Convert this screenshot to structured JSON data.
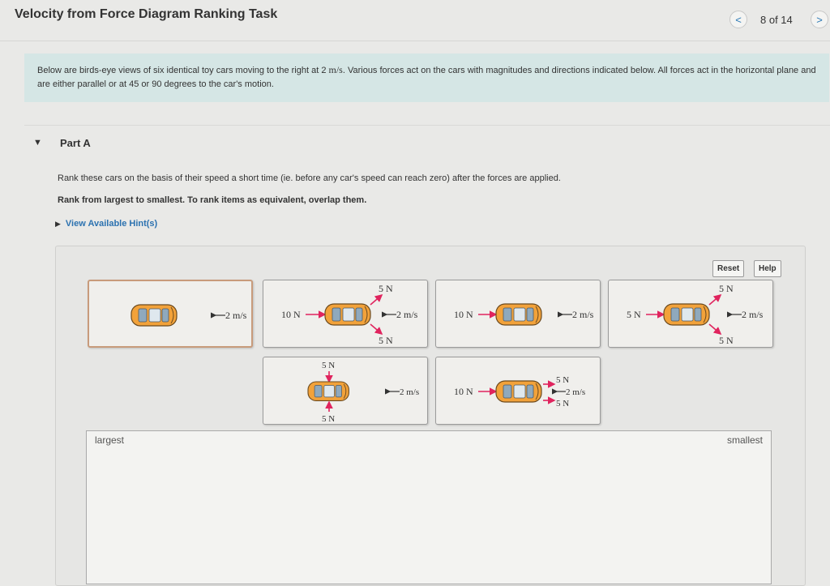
{
  "header": {
    "title": "Velocity from Force Diagram Ranking Task",
    "counter": "8 of 14",
    "prev_glyph": "<",
    "next_glyph": ">"
  },
  "intro": {
    "text_1": "Below are birds-eye views of six identical toy cars moving to the right at 2 ",
    "unit": "m/s",
    "text_2": ". Various forces act on the cars with magnitudes and directions indicated below. All forces act in the horizontal plane and are either parallel or at 45 or 90 degrees to the car's motion."
  },
  "part": {
    "toggle_glyph": "▼",
    "label": "Part A"
  },
  "question": {
    "prompt": "Rank these cars on the basis of their speed a short time (ie. before any car's speed can reach zero) after the forces are applied.",
    "instruction": "Rank from largest to smallest. To rank items as equivalent, overlap them."
  },
  "hint": {
    "label": "View Available Hint(s)",
    "glyph": "▶"
  },
  "toolbar": {
    "reset_label": "Reset",
    "help_label": "Help"
  },
  "cards": [
    {
      "velocity": "2 m/s",
      "left_force": "",
      "upper_force": "",
      "lower_force": ""
    },
    {
      "velocity": "2 m/s",
      "left_force": "10 N",
      "upper_force": "5 N",
      "lower_force": "5 N"
    },
    {
      "velocity": "2 m/s",
      "left_force": "10 N",
      "upper_force": "",
      "lower_force": ""
    },
    {
      "velocity": "2 m/s",
      "left_force": "5 N",
      "upper_force": "5 N",
      "lower_force": "5 N"
    },
    {
      "velocity": "2 m/s",
      "top_force": "5 N",
      "bottom_force": "5 N"
    },
    {
      "velocity": "2 m/s",
      "left_force": "10 N",
      "upper_force": "5 N",
      "lower_force": "5 N"
    }
  ],
  "ranking": {
    "largest_label": "largest",
    "smallest_label": "smallest"
  },
  "colors": {
    "link": "#2c72b0",
    "intro_bg": "#d5e6e5",
    "force_arrow": "#e0245e",
    "car_body": "#f2a23a"
  }
}
